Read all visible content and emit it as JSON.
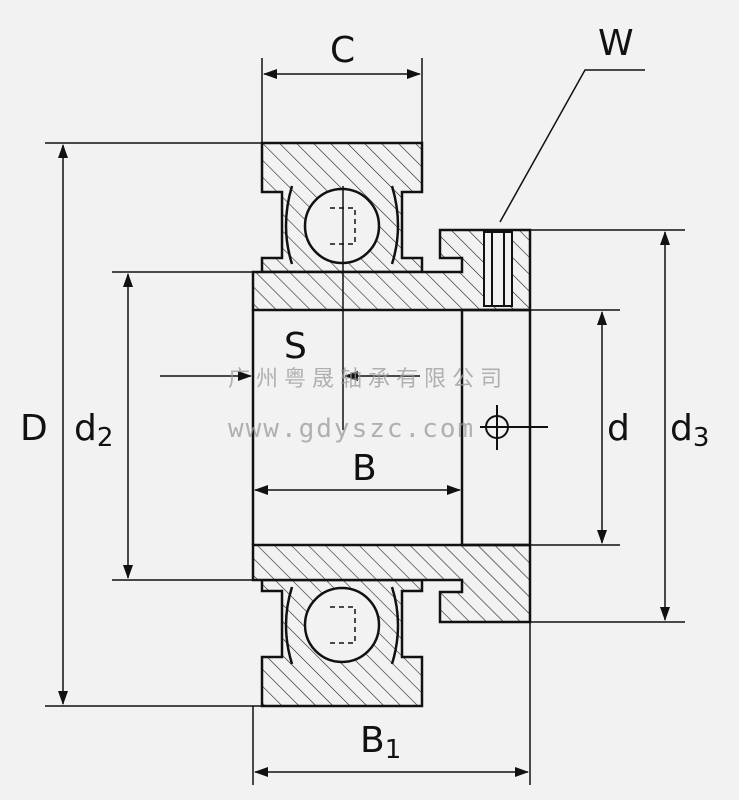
{
  "labels": {
    "C": "C",
    "W": "W",
    "S": "S",
    "B": "B",
    "D": "D",
    "d": "d",
    "d2_main": "d",
    "d2_sub": "2",
    "d3_main": "d",
    "d3_sub": "3",
    "B1_main": "B",
    "B1_sub": "1"
  },
  "watermark": {
    "company": "广州粤晟轴承有限公司",
    "url": "www.gdyszc.com"
  }
}
